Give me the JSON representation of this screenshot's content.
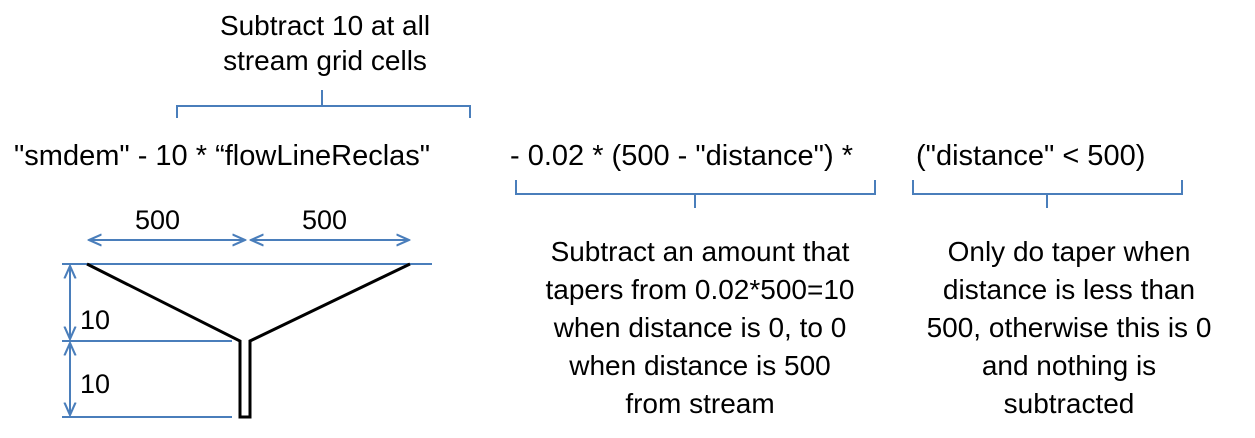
{
  "annotations": {
    "top_note": "Subtract 10 at all\nstream grid cells",
    "middle_note": "Subtract an amount that\ntapers from 0.02*500=10\nwhen distance is 0, to 0\nwhen distance is 500\nfrom stream",
    "right_note": "Only do taper when\ndistance is less than\n500, otherwise this is 0\nand nothing is\nsubtracted"
  },
  "formula": {
    "part1": "\"smdem\" - 10 * “flowLineReclas\"",
    "part2": "- 0.02 * (500 - \"distance\") *",
    "part3": "(\"distance\" < 500)"
  },
  "figure": {
    "width_left": "500",
    "width_right": "500",
    "depth_top": "10",
    "depth_bottom": "10"
  },
  "colors": {
    "brace": "#4a7ebb",
    "dimension": "#4a7ebb",
    "outline": "#000000"
  }
}
